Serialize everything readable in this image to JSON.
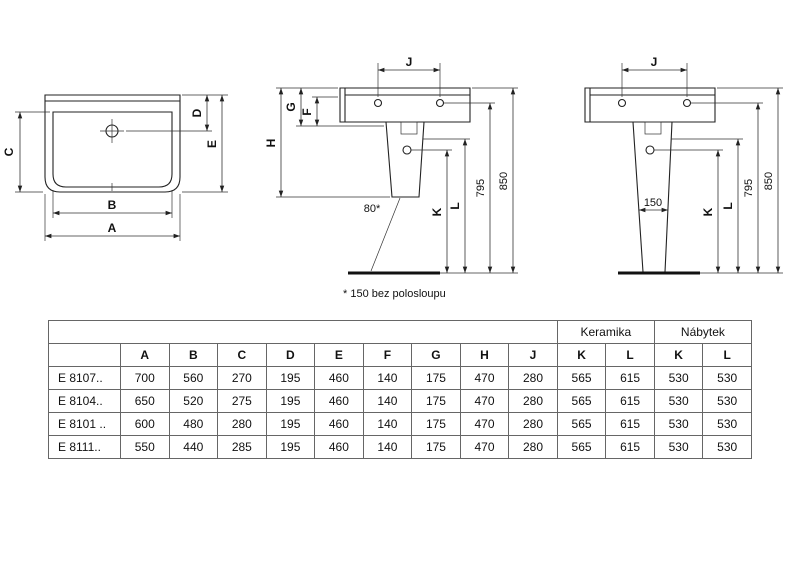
{
  "diagram": {
    "front": {
      "A": "A",
      "B": "B",
      "C": "C",
      "D": "D",
      "E": "E"
    },
    "side_semi": {
      "J": "J",
      "G": "G",
      "F": "F",
      "H": "H",
      "K": "K",
      "L": "L",
      "note80": "80*",
      "h795": "795",
      "h850": "850"
    },
    "side_full": {
      "J": "J",
      "K": "K",
      "L": "L",
      "dim150": "150",
      "h795": "795",
      "h850": "850"
    },
    "footnote": "* 150 bez polosloupu"
  },
  "table": {
    "groups": {
      "keramika": "Keramika",
      "nabytek": "Nábytek"
    },
    "columns": [
      "A",
      "B",
      "C",
      "D",
      "E",
      "F",
      "G",
      "H",
      "J",
      "K",
      "L",
      "K",
      "L"
    ],
    "rows": [
      {
        "model": "E 8107..",
        "values": [
          "700",
          "560",
          "270",
          "195",
          "460",
          "140",
          "175",
          "470",
          "280",
          "565",
          "615",
          "530",
          "530"
        ]
      },
      {
        "model": "E 8104..",
        "values": [
          "650",
          "520",
          "275",
          "195",
          "460",
          "140",
          "175",
          "470",
          "280",
          "565",
          "615",
          "530",
          "530"
        ]
      },
      {
        "model": "E 8101 ..",
        "values": [
          "600",
          "480",
          "280",
          "195",
          "460",
          "140",
          "175",
          "470",
          "280",
          "565",
          "615",
          "530",
          "530"
        ]
      },
      {
        "model": "E 8111..",
        "values": [
          "550",
          "440",
          "285",
          "195",
          "460",
          "140",
          "175",
          "470",
          "280",
          "565",
          "615",
          "530",
          "530"
        ]
      }
    ]
  }
}
